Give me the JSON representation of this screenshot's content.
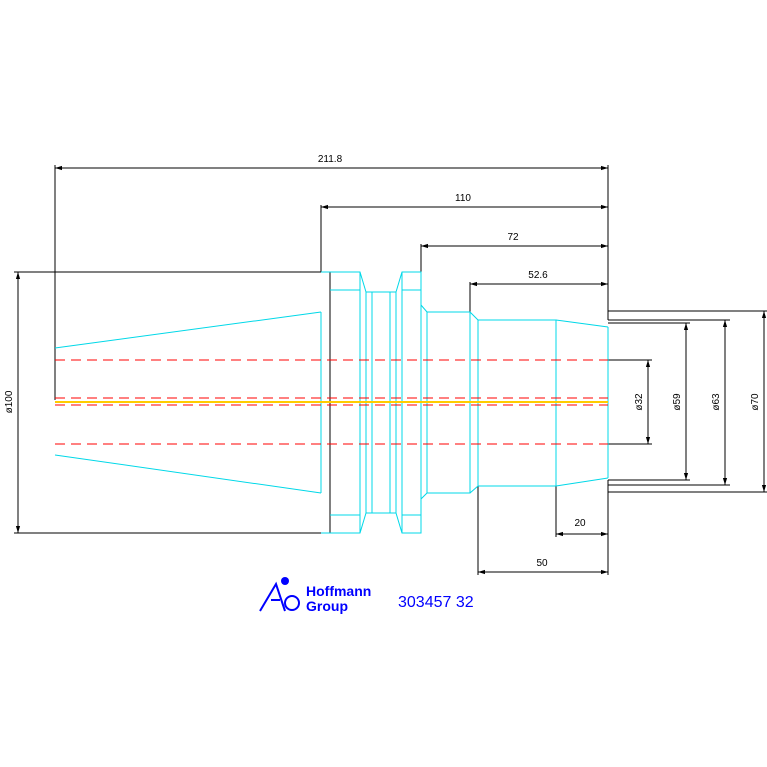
{
  "drawing": {
    "colors": {
      "dimension": "#000000",
      "outline": "#00d8e8",
      "hidden": "#ff0000",
      "centerline": "#ffcc00",
      "logo": "#0000ff"
    },
    "dimensions": {
      "overall_length": "211.8",
      "length_110": "110",
      "length_72": "72",
      "length_52_6": "52.6",
      "length_50": "50",
      "length_20": "20",
      "diameter_100": "ø100",
      "diameter_32": "ø32",
      "diameter_59": "ø59",
      "diameter_63": "ø63",
      "diameter_70": "ø70"
    }
  },
  "logo": {
    "line1": "Hoffmann",
    "line2": "Group",
    "icon": "hoffmann-logo-icon"
  },
  "part_number": "303457 32"
}
